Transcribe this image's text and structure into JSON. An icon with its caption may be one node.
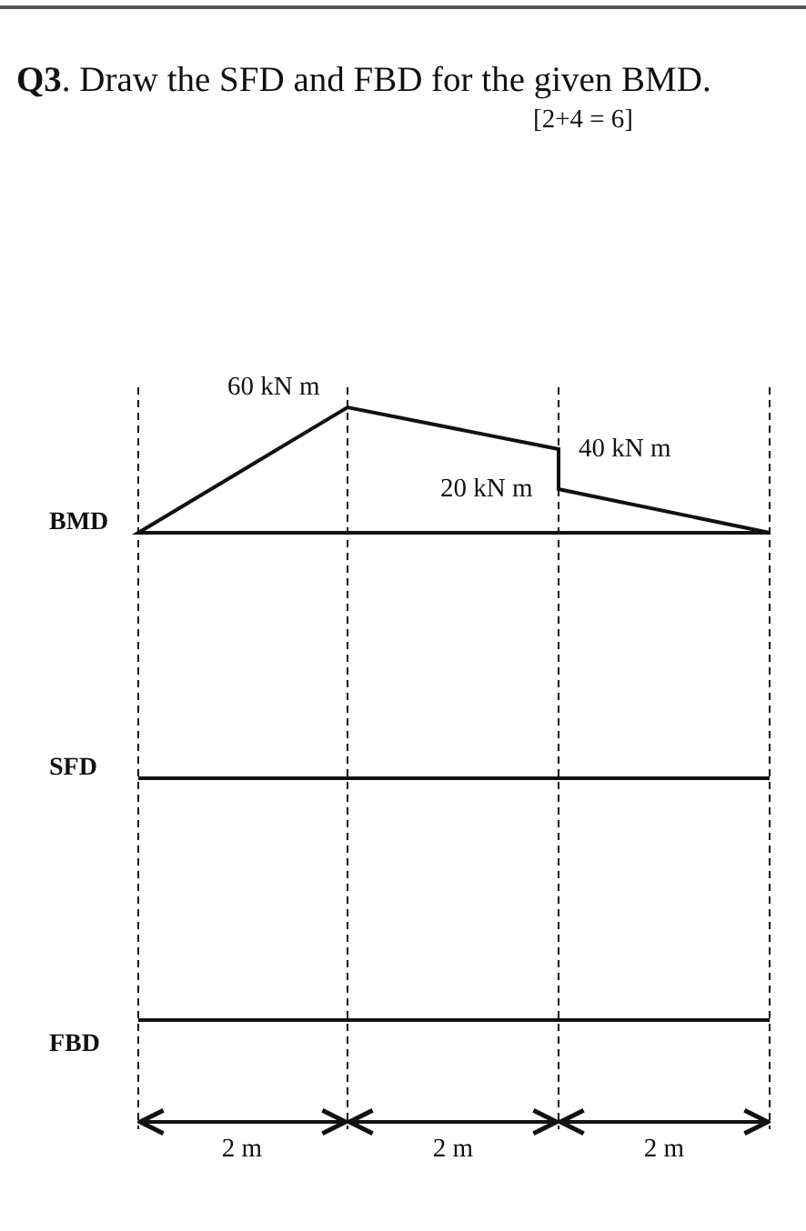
{
  "diagram": {
    "title": "**Q3**. Draw the SFD and FBD for the given BMD.",
    "labels": [
      "[2+4 = 6]",
      "60 kN m",
      "40 kN m",
      "BMD",
      "20 kN m",
      "SFD",
      "FBD",
      "2 m",
      "2 m",
      "2 m"
    ]
  }
}
